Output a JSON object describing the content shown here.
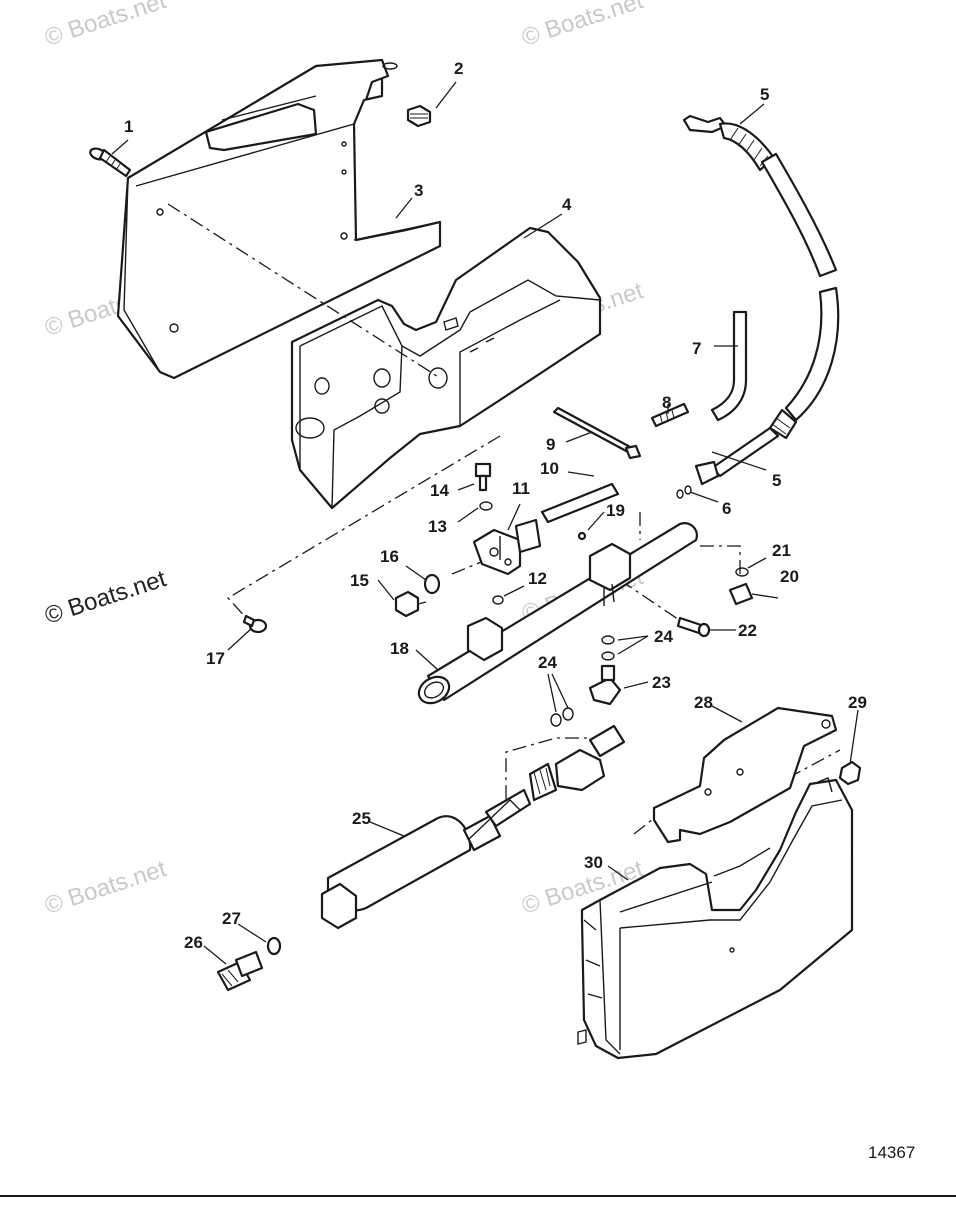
{
  "diagram": {
    "figure_number": "14367",
    "watermarks": [
      "© Boats.net",
      "© Boats.net",
      "© Boats.net",
      "© Boats.net",
      "© Boats.net",
      "© Boats.net",
      "© Boats.net",
      "© Boats.net"
    ],
    "callouts": [
      "1",
      "2",
      "3",
      "4",
      "5",
      "5",
      "6",
      "7",
      "8",
      "9",
      "10",
      "11",
      "12",
      "13",
      "14",
      "15",
      "16",
      "17",
      "18",
      "19",
      "20",
      "21",
      "22",
      "23",
      "24",
      "24",
      "25",
      "26",
      "27",
      "28",
      "29",
      "30"
    ]
  },
  "colors": {
    "line": "#1a1a1a",
    "watermark": "#c9c9c9",
    "background": "#ffffff"
  }
}
